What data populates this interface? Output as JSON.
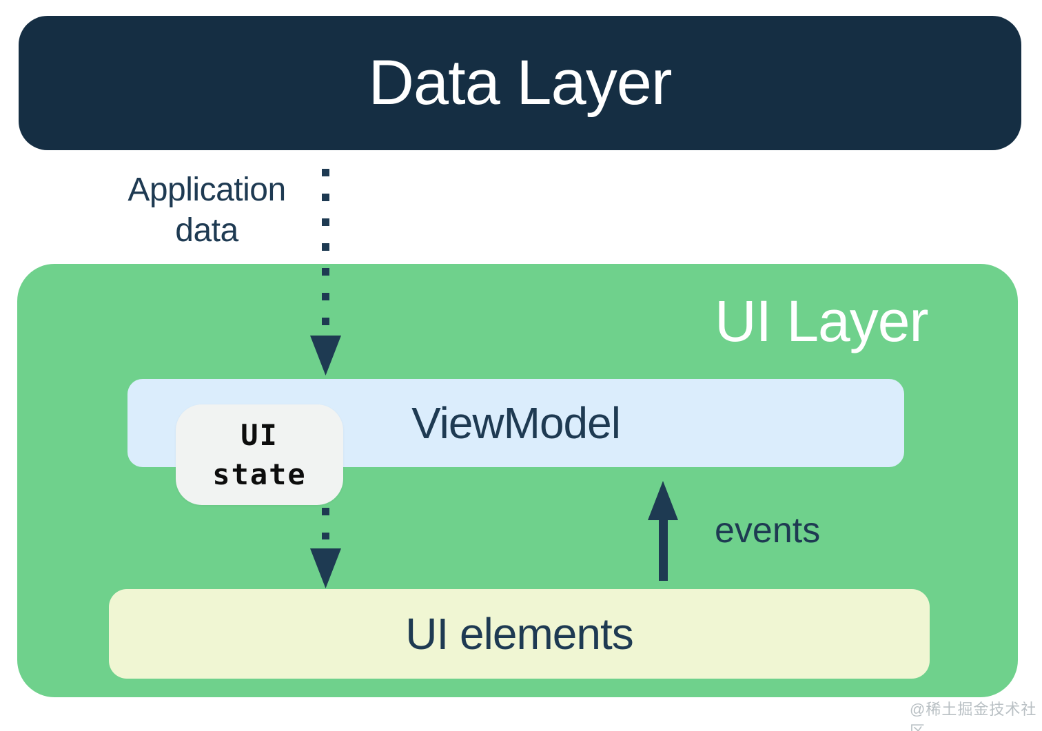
{
  "nodes": {
    "data_layer": {
      "label": "Data Layer",
      "bg": "#152e43",
      "text_color": "#ffffff"
    },
    "ui_layer": {
      "label": "UI Layer",
      "bg": "#6fd18c",
      "text_color": "#ffffff"
    },
    "viewmodel": {
      "label": "ViewModel",
      "bg": "#dbedfc",
      "text_color": "#1e3a52"
    },
    "ui_state": {
      "label": "UI\nstate",
      "bg": "#f1f3f2",
      "text_color": "#0d0d0d"
    },
    "ui_elements": {
      "label": "UI elements",
      "bg": "#f0f6d3",
      "text_color": "#1e3a52"
    }
  },
  "arrows": {
    "application_data": {
      "label": "Application\ndata",
      "style": "dotted",
      "direction": "down",
      "from": "data_layer",
      "to": "viewmodel",
      "color": "#1e3a52"
    },
    "ui_state_flow": {
      "label": "",
      "style": "dotted",
      "direction": "down",
      "from": "ui_state",
      "to": "ui_elements",
      "color": "#1e3a52"
    },
    "events": {
      "label": "events",
      "style": "solid",
      "direction": "up",
      "from": "ui_elements",
      "to": "viewmodel",
      "color": "#1e3a52"
    }
  },
  "colors": {
    "navy_box": "#152e43",
    "ink": "#1e3a52",
    "green": "#6fd18c",
    "light_blue": "#dbedfc",
    "pale_yellow": "#f0f6d3",
    "state_chip": "#f1f3f2",
    "background": "#ffffff"
  },
  "watermark": "@稀土掘金技术社区"
}
